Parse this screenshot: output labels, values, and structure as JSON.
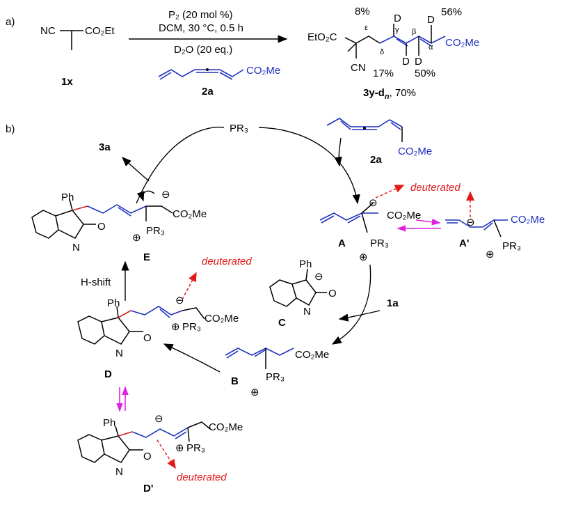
{
  "panel_a": {
    "label": "a)",
    "sm_left": "NC",
    "sm_right": "CO₂Et",
    "sm_id": "1x",
    "cond1": "P₂ (20 mol %)",
    "cond2": "DCM, 30 °C, 0.5 h",
    "cond3": "D₂O (20 eq.)",
    "allene_ester": "CO₂Me",
    "allene_id": "2a",
    "prod_ester_left": "EtO₂C",
    "prod_cn": "CN",
    "prod_ester_right": "CO₂Me",
    "D": "D",
    "greek": {
      "eps": "ε",
      "del": "δ",
      "gam": "γ",
      "bet": "β",
      "alp": "α"
    },
    "pct_eps": "8%",
    "pct_alp": "56%",
    "pct_del": "17%",
    "pct_bet": "50%",
    "prod_id": "3y-d",
    "prod_id_sub": "n",
    "prod_yield": ", 70%"
  },
  "panel_b": {
    "label": "b)",
    "pr3": "PR₃",
    "co2me": "CO₂Me",
    "ph": "Ph",
    "n": "N",
    "o": "O",
    "minus": "⊖",
    "plus": "⊕",
    "deuterated": "deuterated",
    "hshift": "H-shift",
    "ids": {
      "p3a": "3a",
      "p2a": "2a",
      "A": "A",
      "Ap": "A'",
      "B": "B",
      "C": "C",
      "D": "D",
      "Dp": "D'",
      "E": "E",
      "r1a": "1a"
    }
  },
  "colors": {
    "chain": "#1c2fbf",
    "new_bond": "#d11c1c",
    "deuterated": "#e31a1a",
    "equilibrium": "#e020e0"
  }
}
